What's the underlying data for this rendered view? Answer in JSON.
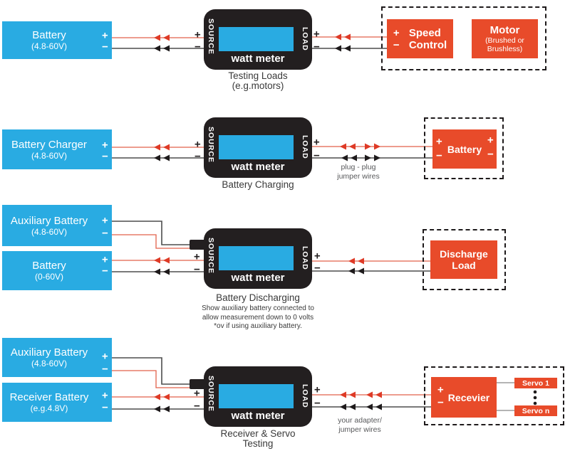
{
  "colors": {
    "box_blue": "#29ABE2",
    "box_orange": "#E84B2A",
    "meter_black": "#231F20",
    "wire_red": "#E2604A",
    "wire_black": "#4D4D4D",
    "arrow_red": "#DE3A26",
    "arrow_black": "#1E1A1B",
    "text_dark": "#3A3A3A",
    "note_gray": "#58595B"
  },
  "symbols": {
    "plus": "+",
    "minus": "−"
  },
  "meter": {
    "source_label": "SOURCE",
    "load_label": "LOAD",
    "label": "watt meter"
  },
  "rows": {
    "testing": {
      "battery": {
        "title": "Battery",
        "subtitle": "(4.8-60V)"
      },
      "caption1": "Testing Loads",
      "caption2": "(e.g.motors)",
      "speed_control": {
        "word1": "Speed",
        "word2": "Control"
      },
      "motor": {
        "title": "Motor",
        "sub1": "(Brushed or",
        "sub2": "Brushless)"
      }
    },
    "charging": {
      "charger": {
        "title": "Battery Charger",
        "subtitle": "(4.8-60V)"
      },
      "caption1": "Battery Charging",
      "jumper1": "plug - plug",
      "jumper2": "jumper wires",
      "battery": {
        "title": "Battery"
      }
    },
    "discharging": {
      "aux_battery": {
        "title": "Auxiliary Battery",
        "subtitle": "(4.8-60V)"
      },
      "battery": {
        "title": "Battery",
        "subtitle": "(0-60V)"
      },
      "caption1": "Battery Discharging",
      "note1": "Show auxiliary battery connected to",
      "note2": "allow measurement down to 0 volts",
      "note3": "*ov if using auxiliary battery.",
      "load": {
        "line1": "Discharge",
        "line2": "Load"
      }
    },
    "receiver": {
      "aux_battery": {
        "title": "Auxiliary Battery",
        "subtitle": "(4.8-60V)"
      },
      "rx_battery": {
        "title": "Receiver Battery",
        "subtitle": "(e.g.4.8V)"
      },
      "caption1": "Receiver & Servo",
      "caption2": "Testing",
      "jumper1": "your adapter/",
      "jumper2": "jumper wires",
      "rx": {
        "title": "Recevier"
      },
      "servo1": "Servo 1",
      "servon": "Servo n"
    }
  }
}
